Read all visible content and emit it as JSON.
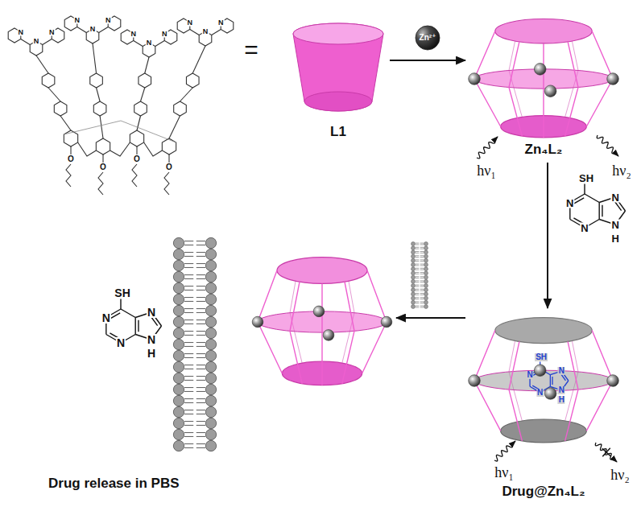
{
  "diagram": {
    "nodes": [
      {
        "text": [
          "L1"
        ]
      },
      {
        "text": [
          "Zn₄L₂"
        ]
      },
      {
        "text": [
          "Drug@Zn₄L₂"
        ]
      },
      {
        "text": [
          "Drug release in PBS"
        ]
      }
    ],
    "edges": [
      {
        "from": 0,
        "to": 1,
        "arrow": "to",
        "label": "Zn²⁺"
      },
      {
        "from": 1,
        "to": 2,
        "arrow": "to"
      },
      {
        "from": 2,
        "to": 3,
        "arrow": "to"
      }
    ],
    "labels": [
      "N",
      "N",
      "N",
      "N",
      "N",
      "N",
      "N",
      "N",
      "N",
      "N",
      "N",
      "N",
      "O",
      "O",
      "O",
      "O",
      "=",
      "hν₁",
      "hν₂",
      "SH",
      "N",
      "N",
      "N",
      "N",
      "H",
      "SH",
      "N",
      "N",
      "N",
      "N",
      "H",
      "hν₁",
      "hν₂",
      "SH",
      "N",
      "N",
      "N",
      "N",
      "H"
    ]
  }
}
